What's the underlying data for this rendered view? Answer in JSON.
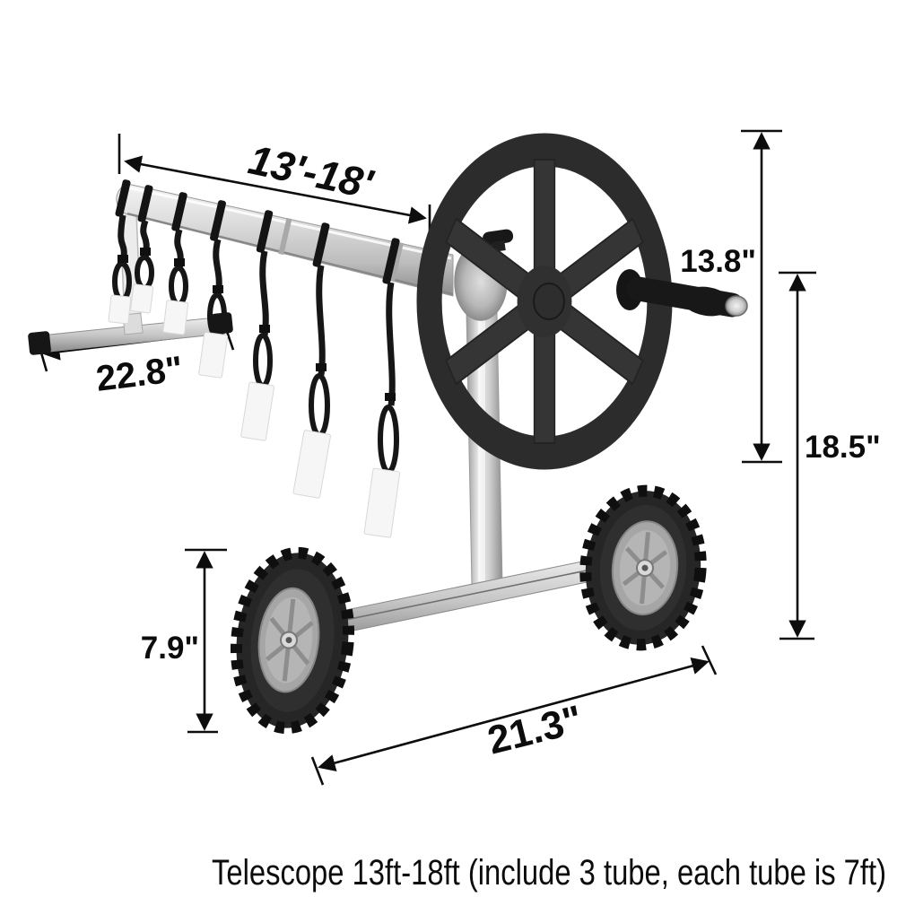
{
  "diagram": {
    "dimension_labels": {
      "reel_length": "13'-18'",
      "handle_height": "13.8\"",
      "frame_height": "18.5\"",
      "tbar_width": "22.8\"",
      "wheel_diameter": "7.9\"",
      "base_length": "21.3\""
    },
    "caption": "Telescope 13ft-18ft (include 3 tube, each tube is 7ft)",
    "colors": {
      "background": "#ffffff",
      "ink": "#0d0d0d",
      "plastic_dark": "#2d2d2d",
      "strap_black": "#161616",
      "aluminum_tube": "#d6d6d6",
      "stainless_steel": "#c0c0c0",
      "hub_gray": "#a6a6a6",
      "strap_tip_white": "#f6f6f6"
    }
  }
}
